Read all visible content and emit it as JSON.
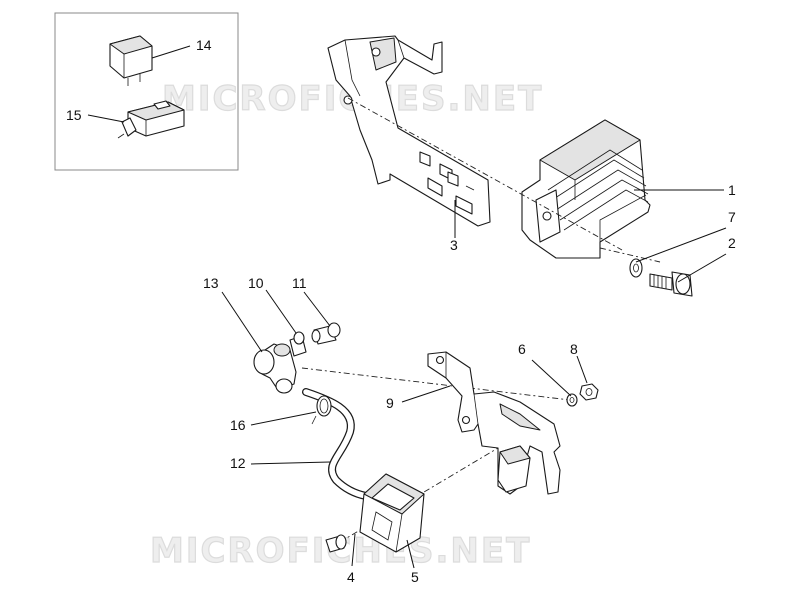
{
  "watermark": {
    "text": "MICROFICHES.NET",
    "color": "#dcdcdc"
  },
  "callouts": [
    {
      "id": "1",
      "label": "1"
    },
    {
      "id": "2",
      "label": "2"
    },
    {
      "id": "3",
      "label": "3"
    },
    {
      "id": "4",
      "label": "4"
    },
    {
      "id": "5",
      "label": "5"
    },
    {
      "id": "6",
      "label": "6"
    },
    {
      "id": "7",
      "label": "7"
    },
    {
      "id": "8",
      "label": "8"
    },
    {
      "id": "9",
      "label": "9"
    },
    {
      "id": "10",
      "label": "10"
    },
    {
      "id": "11",
      "label": "11"
    },
    {
      "id": "12",
      "label": "12"
    },
    {
      "id": "13",
      "label": "13"
    },
    {
      "id": "14",
      "label": "14"
    },
    {
      "id": "15",
      "label": "15"
    },
    {
      "id": "16",
      "label": "16"
    }
  ],
  "colors": {
    "line": "#1a1a1a",
    "shade": "#e3e3e3",
    "inset_border": "#888888"
  }
}
